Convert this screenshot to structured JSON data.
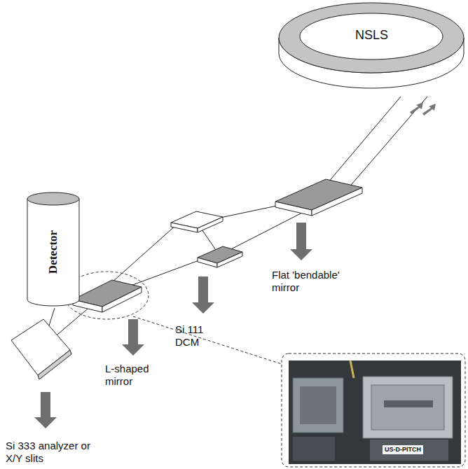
{
  "diagram": {
    "nodes": [
      {
        "text": [
          "NSLS"
        ]
      },
      {
        "text": [
          "Detector"
        ]
      }
    ],
    "labels": [
      "Flat 'bendable' mirror",
      "Si 111 DCM",
      "L-shaped mirror",
      "Si 333 analyzer or X/Y slits",
      "US-D-PITCH"
    ]
  }
}
